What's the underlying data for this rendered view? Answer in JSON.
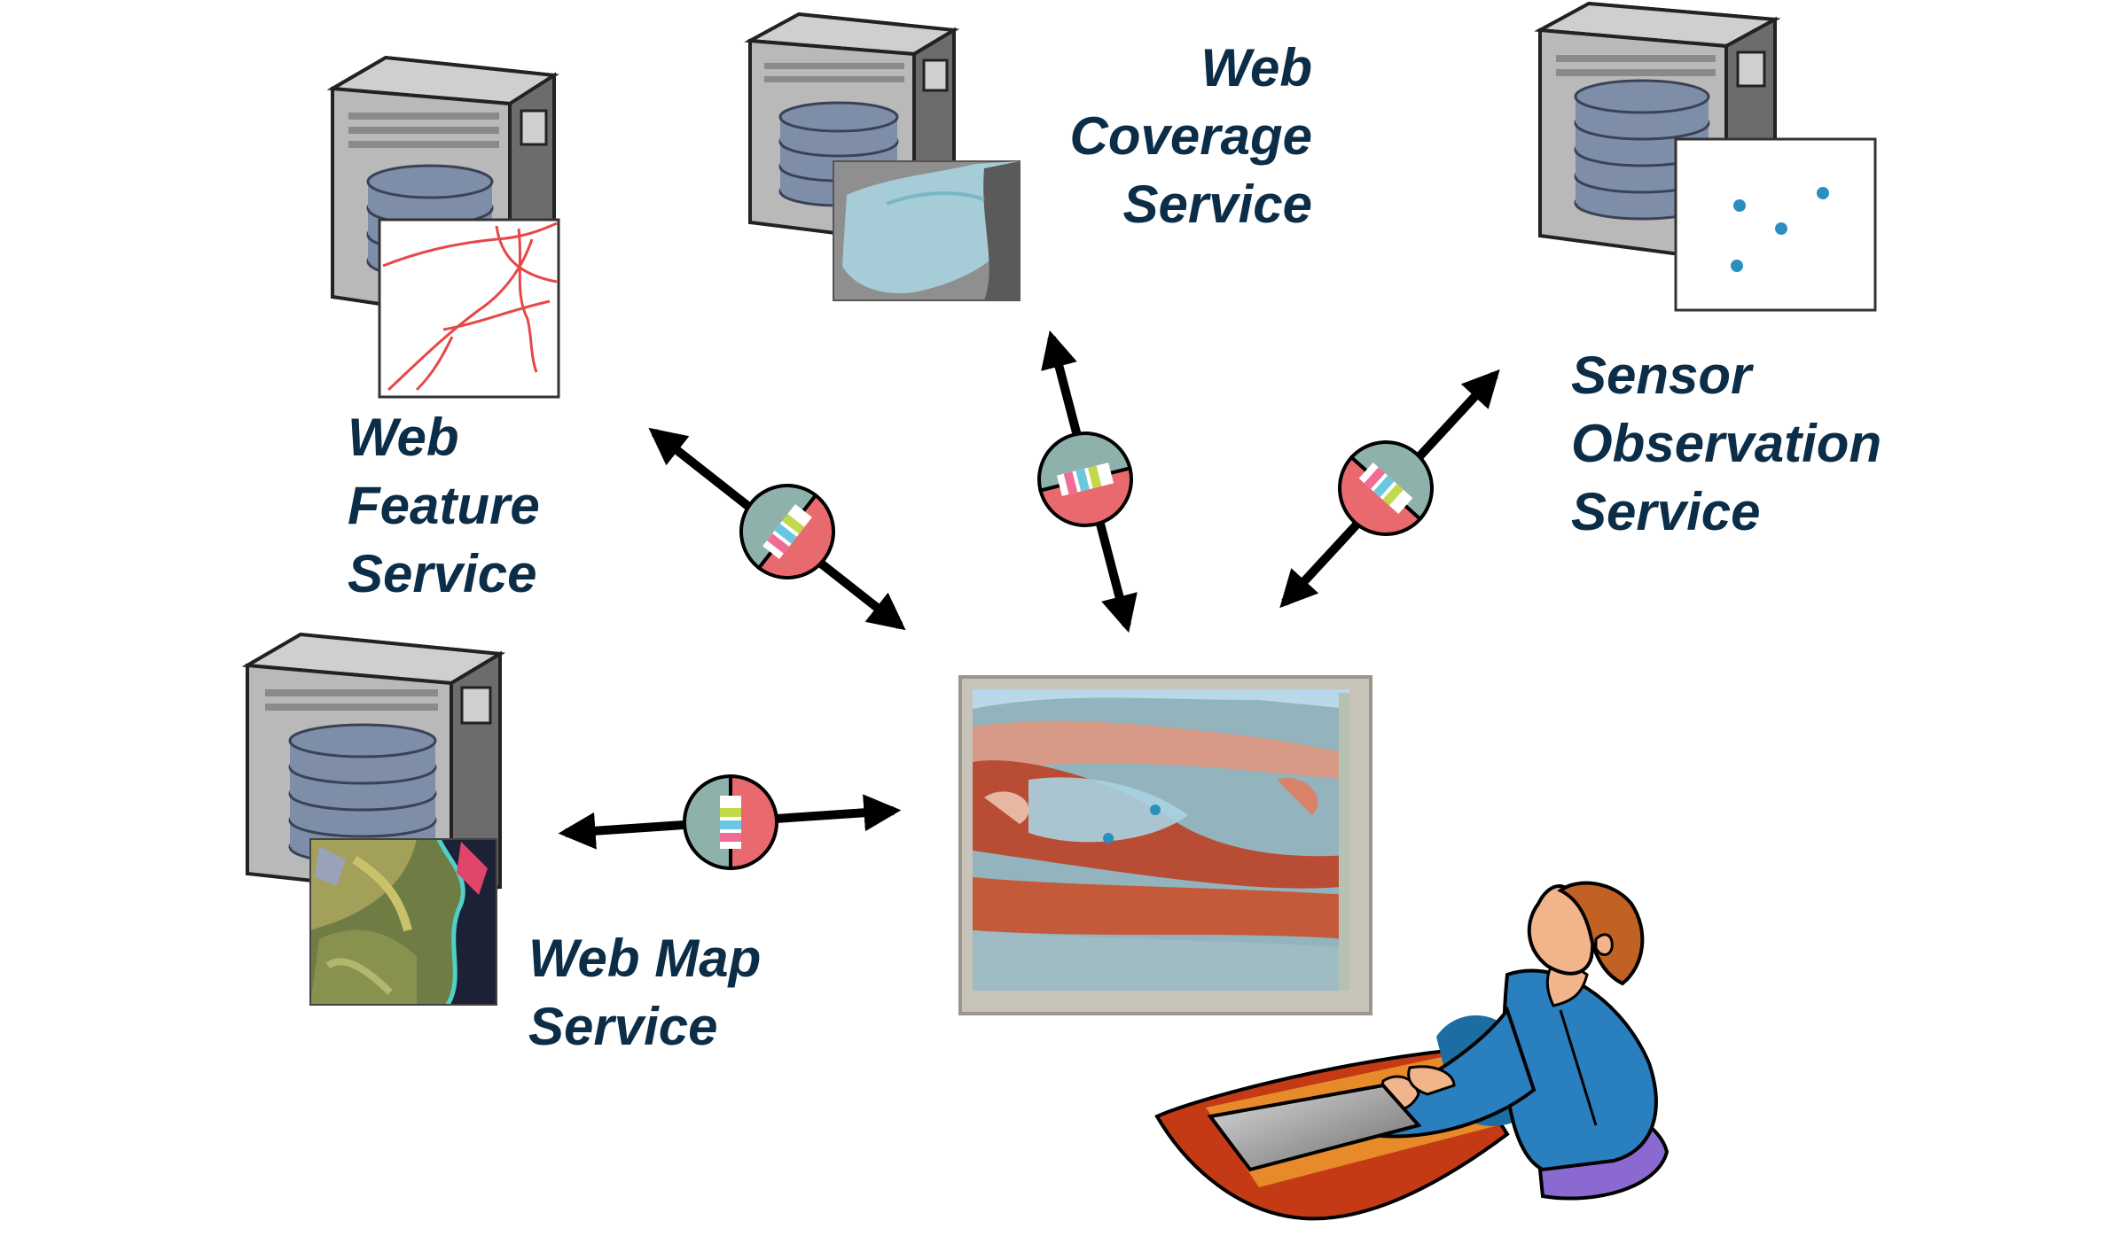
{
  "diagram": {
    "services": [
      {
        "id": "wfs",
        "name_lines": [
          "Web",
          "Feature",
          "Service"
        ],
        "overlay": "roads-map"
      },
      {
        "id": "wcs",
        "name_lines": [
          "Web",
          "Coverage",
          "Service"
        ],
        "overlay": "satellite-coverage"
      },
      {
        "id": "sos",
        "name_lines": [
          "Sensor",
          "Observation",
          "Service"
        ],
        "overlay": "sensor-points"
      },
      {
        "id": "wms",
        "name_lines": [
          "Web Map",
          "Service"
        ],
        "overlay": "land-cover-map"
      }
    ],
    "connector_icon": "striped-capsule-icon",
    "center": {
      "screen": "3d-terrain-map-screen",
      "user": "seated-user-with-laptop"
    },
    "colors": {
      "label": "#0b2d47",
      "server": "#b7b7b7",
      "disk": "#7d8ca6",
      "capsule_top": "#8fb1ac",
      "capsule_bottom": "#e8696e",
      "road": "#e64848",
      "sensor_dot": "#2a8fbf"
    }
  }
}
